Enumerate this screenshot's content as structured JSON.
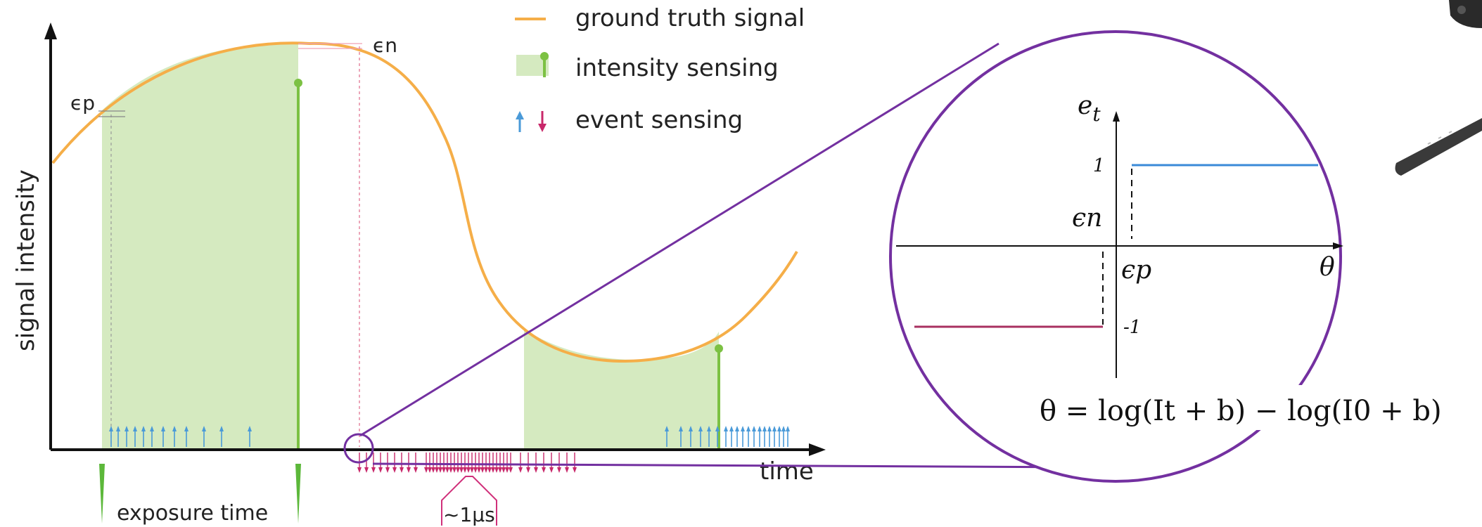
{
  "legend": {
    "ground_truth": "ground truth signal",
    "intensity": "intensity sensing",
    "event": "event sensing"
  },
  "axes": {
    "y_label": "signal intensity",
    "x_label": "time"
  },
  "thresholds": {
    "eps_p": "ϵp",
    "eps_n": "ϵn"
  },
  "annotations": {
    "exposure": "exposure time",
    "microsecond": "~1μs"
  },
  "inset": {
    "y_label": "e",
    "y_sub": "t",
    "x_label": "θ",
    "tick_pos": "1",
    "tick_neg": "-1",
    "eps_n": "ϵn",
    "eps_p": "ϵp",
    "formula": "θ = log(It + b) − log(I0 + b)"
  },
  "colors": {
    "signal": "#f5ae48",
    "intensity_fill": "#d5eac0",
    "intensity_bar": "#7cc143",
    "event_pos": "#4a9ad8",
    "event_neg": "#c8286a",
    "zoom": "#7330a0",
    "inset_pos": "#3a8ad8",
    "inset_neg": "#a83060"
  }
}
